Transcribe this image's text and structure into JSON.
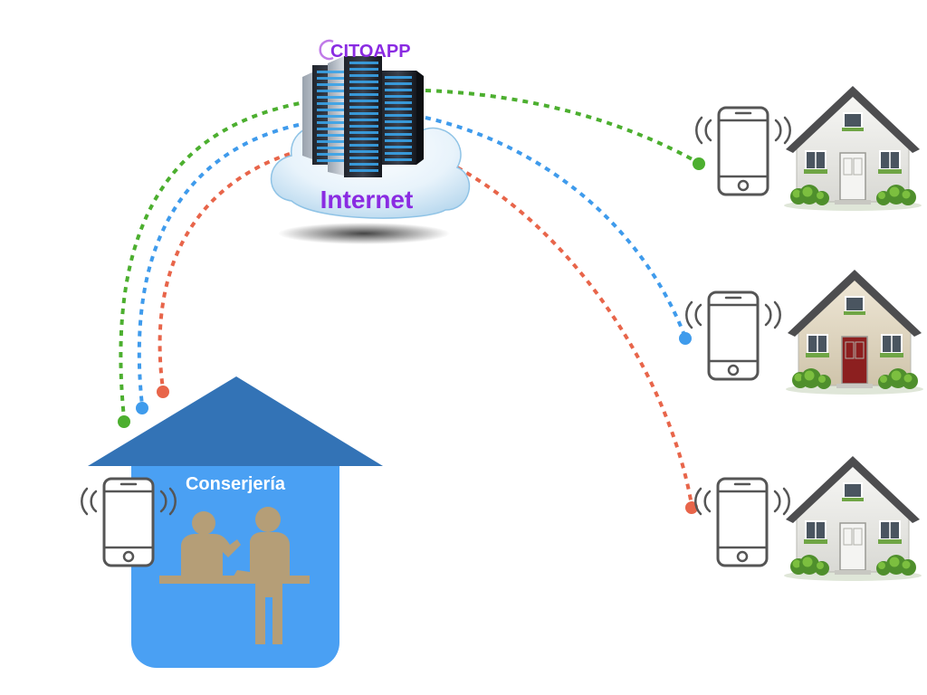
{
  "brand": {
    "name": "CITOAPP"
  },
  "cloud": {
    "label": "Internet"
  },
  "concierge": {
    "label": "Conserjería"
  },
  "residences": [
    {
      "link_color": "green"
    },
    {
      "link_color": "blue"
    },
    {
      "link_color": "red"
    }
  ],
  "colors": {
    "green": "#4caf2f",
    "blue": "#3f9bec",
    "red": "#e8654a",
    "brand_purple": "#8a2be2",
    "concierge_roof": "#3373b6",
    "concierge_body": "#4aa0f3",
    "figure": "#b59e77",
    "device_outline": "#555555"
  },
  "icons": {
    "server": "server-rack-icon",
    "cloud": "cloud-icon",
    "phone": "smartphone-icon",
    "house": "house-icon",
    "concierge": "reception-desk-icon"
  }
}
